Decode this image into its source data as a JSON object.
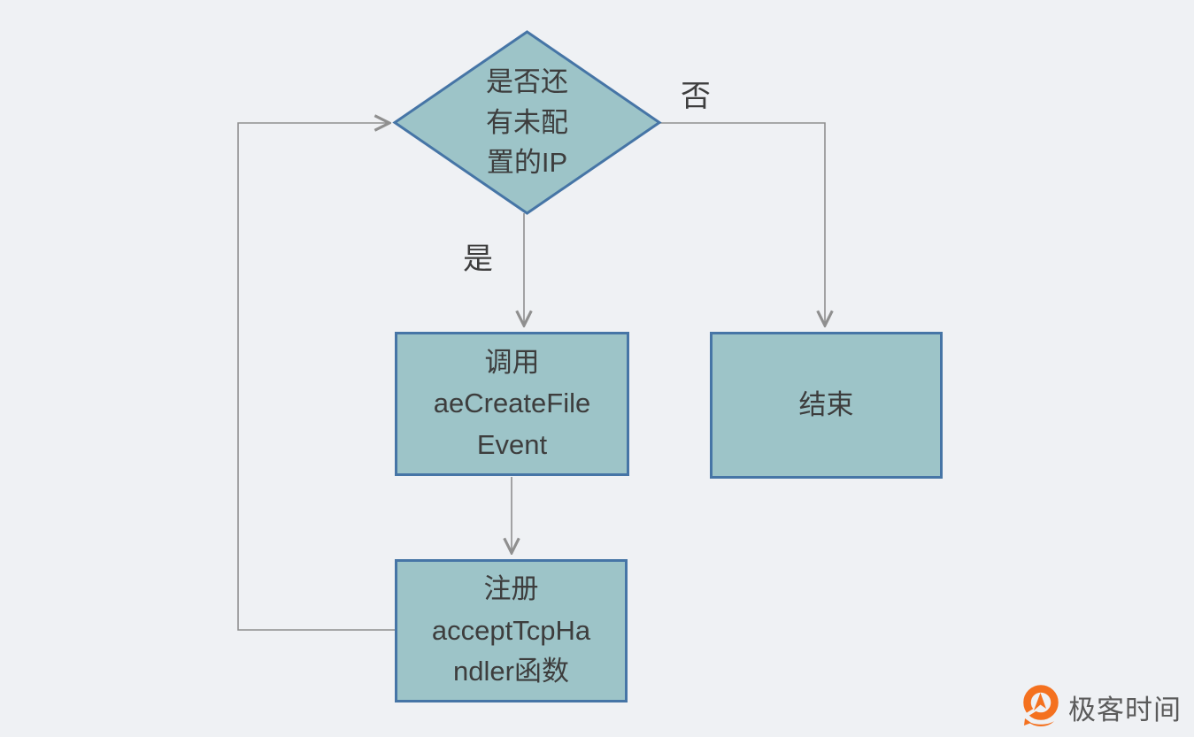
{
  "colors": {
    "background": "#eff1f4",
    "node_fill": "#9dc4c8",
    "node_border": "#4675a6",
    "connector": "#8f8f8f",
    "text": "#3d3d3d",
    "logo_orange": "#f4711f",
    "logo_text_gray": "#5b5b5b"
  },
  "flowchart": {
    "decision_node": {
      "lines": [
        "是否还",
        "有未配",
        "置的IP"
      ]
    },
    "branch_labels": {
      "yes": "是",
      "no": "否"
    },
    "process_nodes": {
      "call_event": {
        "lines": [
          "调用",
          "aeCreateFile",
          "Event"
        ]
      },
      "register_handler": {
        "lines": [
          "注册",
          "acceptTcpHa",
          "ndler函数"
        ]
      },
      "end": {
        "lines": [
          "结束"
        ]
      }
    }
  },
  "branding": {
    "logo_icon": "geektime-logo-icon",
    "logo_text": "极客时间"
  }
}
